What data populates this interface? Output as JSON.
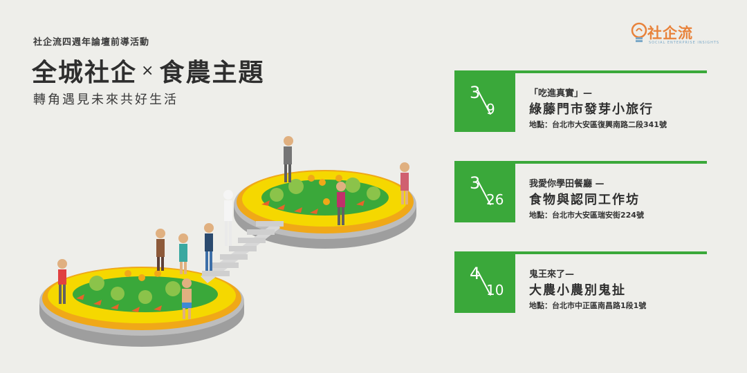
{
  "header": {
    "kicker": "社企流四週年論壇前導活動",
    "title_left": "全城社企",
    "title_times": "×",
    "title_right": "食農主題",
    "subtitle": "轉角遇見未來共好生活"
  },
  "logo": {
    "name": "社企流",
    "tagline": "SOCIAL ENTERPRISE INSIGHTS"
  },
  "colors": {
    "green": "#3aa83a",
    "background": "#eeeeea",
    "logo_orange": "#e8823a"
  },
  "events": [
    {
      "month": "3",
      "day": "9",
      "line1": "「吃進真實」—",
      "line2": "綠藤門市發芽小旅行",
      "line3": "地點：台北市大安區復興南路二段341號"
    },
    {
      "month": "3",
      "day": "26",
      "line1": "我愛你學田餐廳 —",
      "line2": "食物與認同工作坊",
      "line3": "地點：台北市大安區瑞安街224號"
    },
    {
      "month": "4",
      "day": "10",
      "line1": "鬼王來了—",
      "line2": "大農小農別鬼扯",
      "line3": "地點：台北市中正區南昌路1段1號"
    }
  ]
}
